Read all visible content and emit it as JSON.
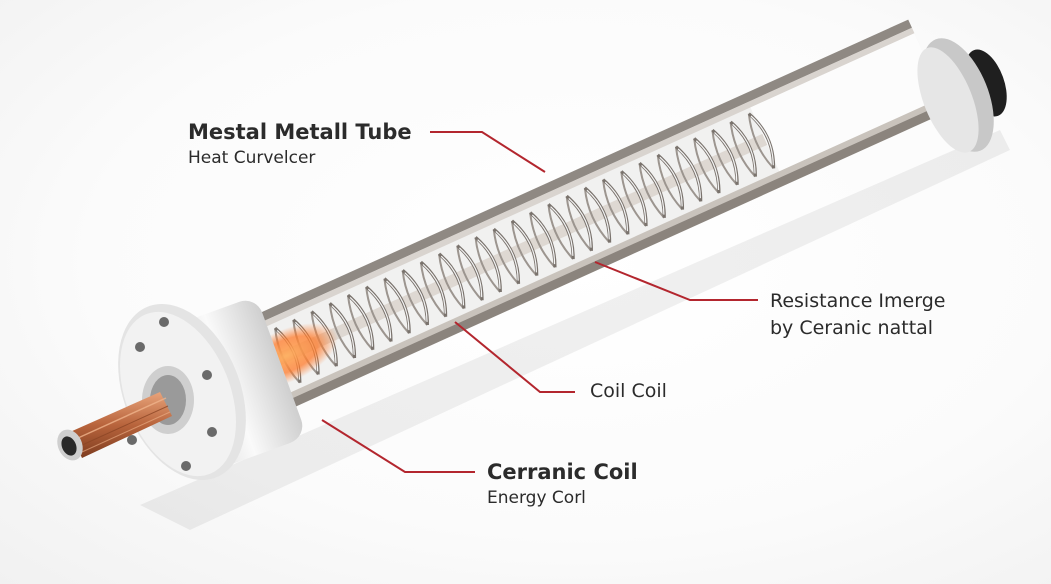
{
  "labels": {
    "tube": {
      "title": "Mestal Metall Tube",
      "subtitle": "Heat Curvelcer"
    },
    "resistance": {
      "line1": "Resistance Imerge",
      "line2": "by Ceranic nattal"
    },
    "coil": {
      "title": "Coil Coil"
    },
    "ceramic": {
      "title": "Cerranic Coil",
      "subtitle": "Energy Corl"
    }
  },
  "icons": {
    "end_cap_holes": "bolt-hole-icon",
    "copper_lead": "copper-wire-icon"
  },
  "colors": {
    "leader": "#b3262e",
    "tube_metal": "#c9c3bc",
    "copper": "#c8744a",
    "glow": "#ff7a2a",
    "cap": "#eeeeee",
    "text": "#2b2b2b"
  }
}
